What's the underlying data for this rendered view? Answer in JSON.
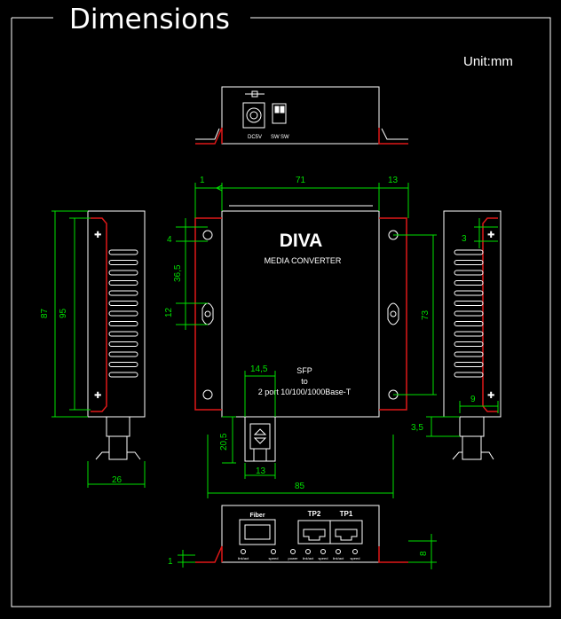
{
  "title": "Dimensions",
  "unit": "Unit:mm",
  "device": {
    "brand": "DIVA",
    "subtitle": "MEDIA CONVERTER",
    "port_text": [
      "SFP",
      "to",
      "2 port 10/100/1000Base-T"
    ],
    "dc_label": "DC5V",
    "switch_labels": [
      "SW",
      "SW"
    ]
  },
  "ports": {
    "fiber": "Fiber",
    "tp2": "TP2",
    "tp1": "TP1",
    "leds": [
      "link/act",
      "speed",
      "power",
      "link/act",
      "speed",
      "link/act",
      "speed"
    ]
  },
  "dimensions": {
    "top": [
      "1",
      "71",
      "13"
    ],
    "left": [
      "4",
      "36,5",
      "12"
    ],
    "side_left": [
      "87",
      "95"
    ],
    "bottom": [
      "85",
      "13",
      "14,5",
      "20,5"
    ],
    "right": [
      "73",
      "3",
      "9",
      "3,5"
    ],
    "left_width": "26",
    "bottom_view": [
      "1",
      "8"
    ]
  },
  "colors": {
    "line": "#ffffff",
    "dimension": "#00e000",
    "flange": "#e01818"
  }
}
